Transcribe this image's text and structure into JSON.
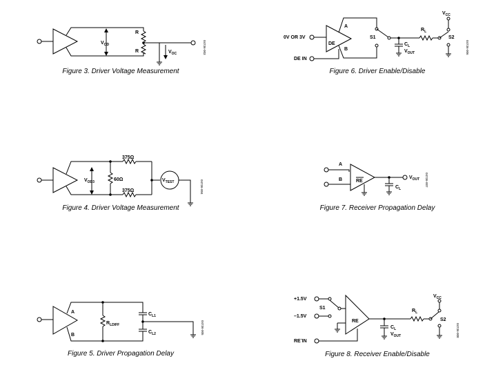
{
  "fig3": {
    "caption": "Figure 3. Driver Voltage Measurement",
    "vod": "V",
    "vod_sub": "OD",
    "r_top": "R",
    "r_bottom": "R",
    "voc": "V",
    "voc_sub": "OC",
    "code": "04736-003"
  },
  "fig4": {
    "caption": "Figure 4. Driver Voltage Measurement",
    "vod3": "V",
    "vod3_sub": "OD3",
    "r_top": "375Ω",
    "r_mid": "60Ω",
    "r_bottom": "375Ω",
    "vtest": "V",
    "vtest_sub": "TEST",
    "code": "04736-004"
  },
  "fig5": {
    "caption": "Figure 5. Driver Propagation Delay",
    "a": "A",
    "b": "B",
    "rl": "R",
    "rl_sub": "LDIFF",
    "cl1": "C",
    "cl1_sub": "L1",
    "cl2": "C",
    "cl2_sub": "L2",
    "code": "04736-005"
  },
  "fig6": {
    "caption": "Figure 6. Driver Enable/Disable",
    "input_label": "0V OR 3V",
    "de_in": "DE IN",
    "de": "DE",
    "a": "A",
    "b": "B",
    "s1": "S1",
    "s2": "S2",
    "rl": "R",
    "rl_sub": "L",
    "cl": "C",
    "cl_sub": "L",
    "vout": "V",
    "vout_sub": "OUT",
    "vcc": "V",
    "vcc_sub": "CC",
    "code": "04736-006"
  },
  "fig7": {
    "caption": "Figure 7. Receiver Propagation Delay",
    "a": "A",
    "b": "B",
    "re": "RE",
    "vout": "V",
    "vout_sub": "OUT",
    "cl": "C",
    "cl_sub": "L",
    "code": "04736-007"
  },
  "fig8": {
    "caption": "Figure 8. Receiver Enable/Disable",
    "plus": "+1.5V",
    "minus": "–1.5V",
    "s1": "S1",
    "re": "RE",
    "re_in": "RE IN",
    "cl": "C",
    "cl_sub": "L",
    "vout": "V",
    "vout_sub": "OUT",
    "rl": "R",
    "rl_sub": "L",
    "vcc": "V",
    "vcc_sub": "CC",
    "s2": "S2",
    "code": "04736-008"
  }
}
